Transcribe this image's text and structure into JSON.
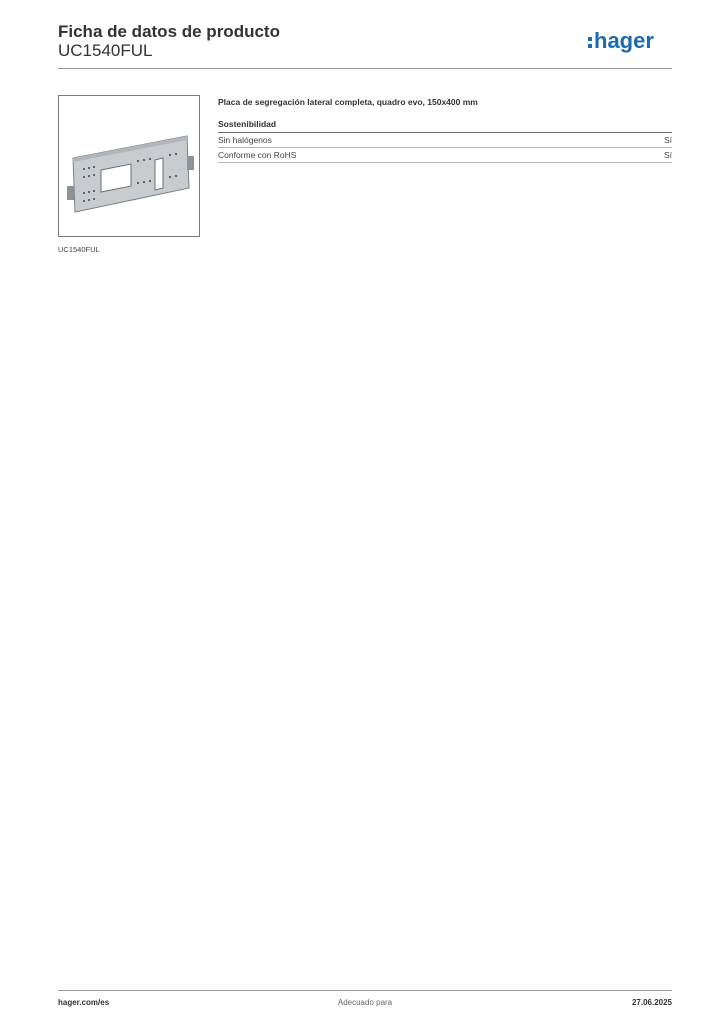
{
  "header": {
    "title": "Ficha de datos de producto",
    "code": "UC1540FUL",
    "logo_text": "hager",
    "brand_color": "#1b6bb3"
  },
  "product": {
    "image_caption": "UC1540FUL",
    "description": "Placa de segregación lateral completa, quadro evo, 150x400 mm"
  },
  "sections": [
    {
      "title": "Sostenibilidad",
      "rows": [
        {
          "label": "Sin halógenos",
          "value": "Sí"
        },
        {
          "label": "Conforme con RoHS",
          "value": "Sí"
        }
      ]
    }
  ],
  "footer": {
    "website": "hager.com/es",
    "middle": "Adecuado para",
    "date": "27.06.2025"
  }
}
